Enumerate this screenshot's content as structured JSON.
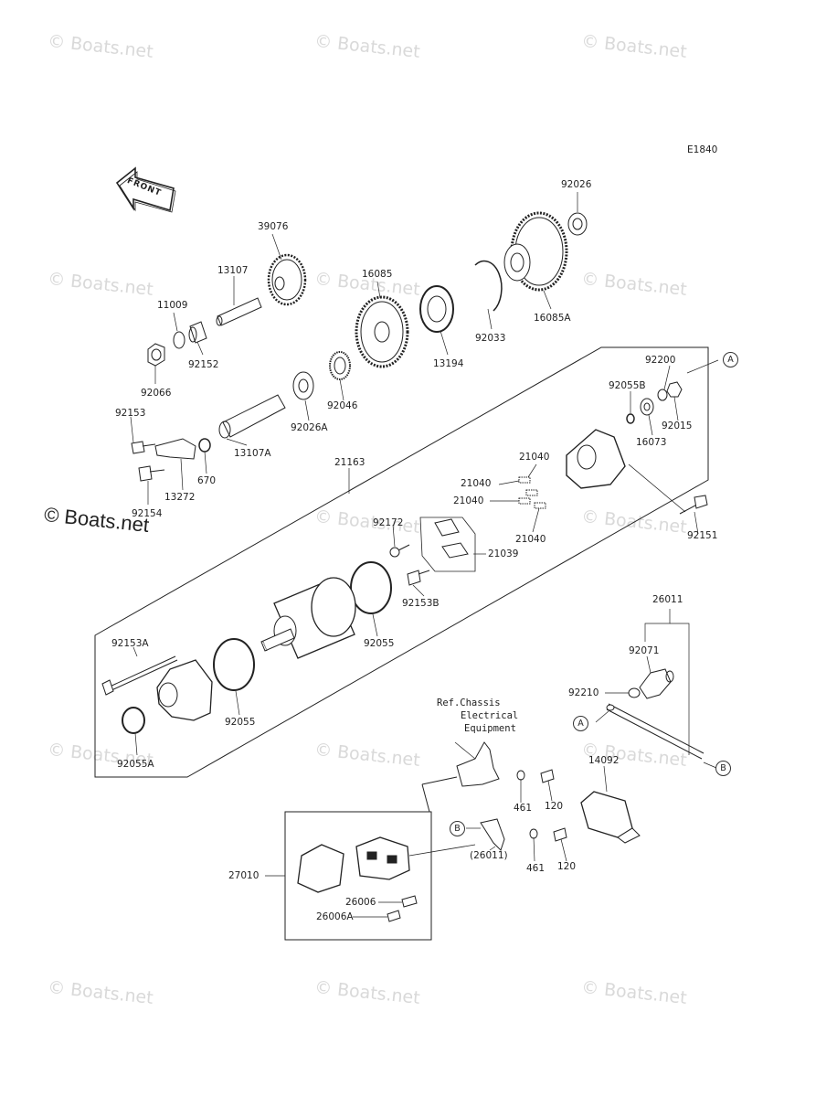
{
  "diagram_id": "E1840",
  "front_label": "FRONT",
  "watermark_text": "© Boats.net",
  "ref_note": {
    "line1": "Ref.Chassis",
    "line2": "Electrical",
    "line3": "Equipment"
  },
  "callout_a": "A",
  "callout_b": "B",
  "parts": {
    "p92026": "92026",
    "p39076": "39076",
    "p16085": "16085",
    "p13107": "13107",
    "p11009": "11009",
    "p92152": "92152",
    "p92066": "92066",
    "p13194": "13194",
    "p92033": "92033",
    "p16085A": "16085A",
    "p92046": "92046",
    "p92026A": "92026A",
    "p92200": "92200",
    "p92055B": "92055B",
    "p92015": "92015",
    "p16073": "16073",
    "p92153": "92153",
    "p13107A": "13107A",
    "p670": "670",
    "p13272": "13272",
    "p92154": "92154",
    "p21163": "21163",
    "p21040a": "21040",
    "p21040b": "21040",
    "p21040c": "21040",
    "p21040d": "21040",
    "p92151": "92151",
    "p92172": "92172",
    "p21039": "21039",
    "p92153B": "92153B",
    "p92055a": "92055",
    "p92153A": "92153A",
    "p92055b": "92055",
    "p92055A": "92055A",
    "p26011": "26011",
    "p92071": "92071",
    "p92210": "92210",
    "p14092": "14092",
    "p461a": "461",
    "p120a": "120",
    "p461b": "461",
    "p120b": "120",
    "p26011ref": "(26011)",
    "p27010": "27010",
    "p26006": "26006",
    "p26006A": "26006A"
  }
}
